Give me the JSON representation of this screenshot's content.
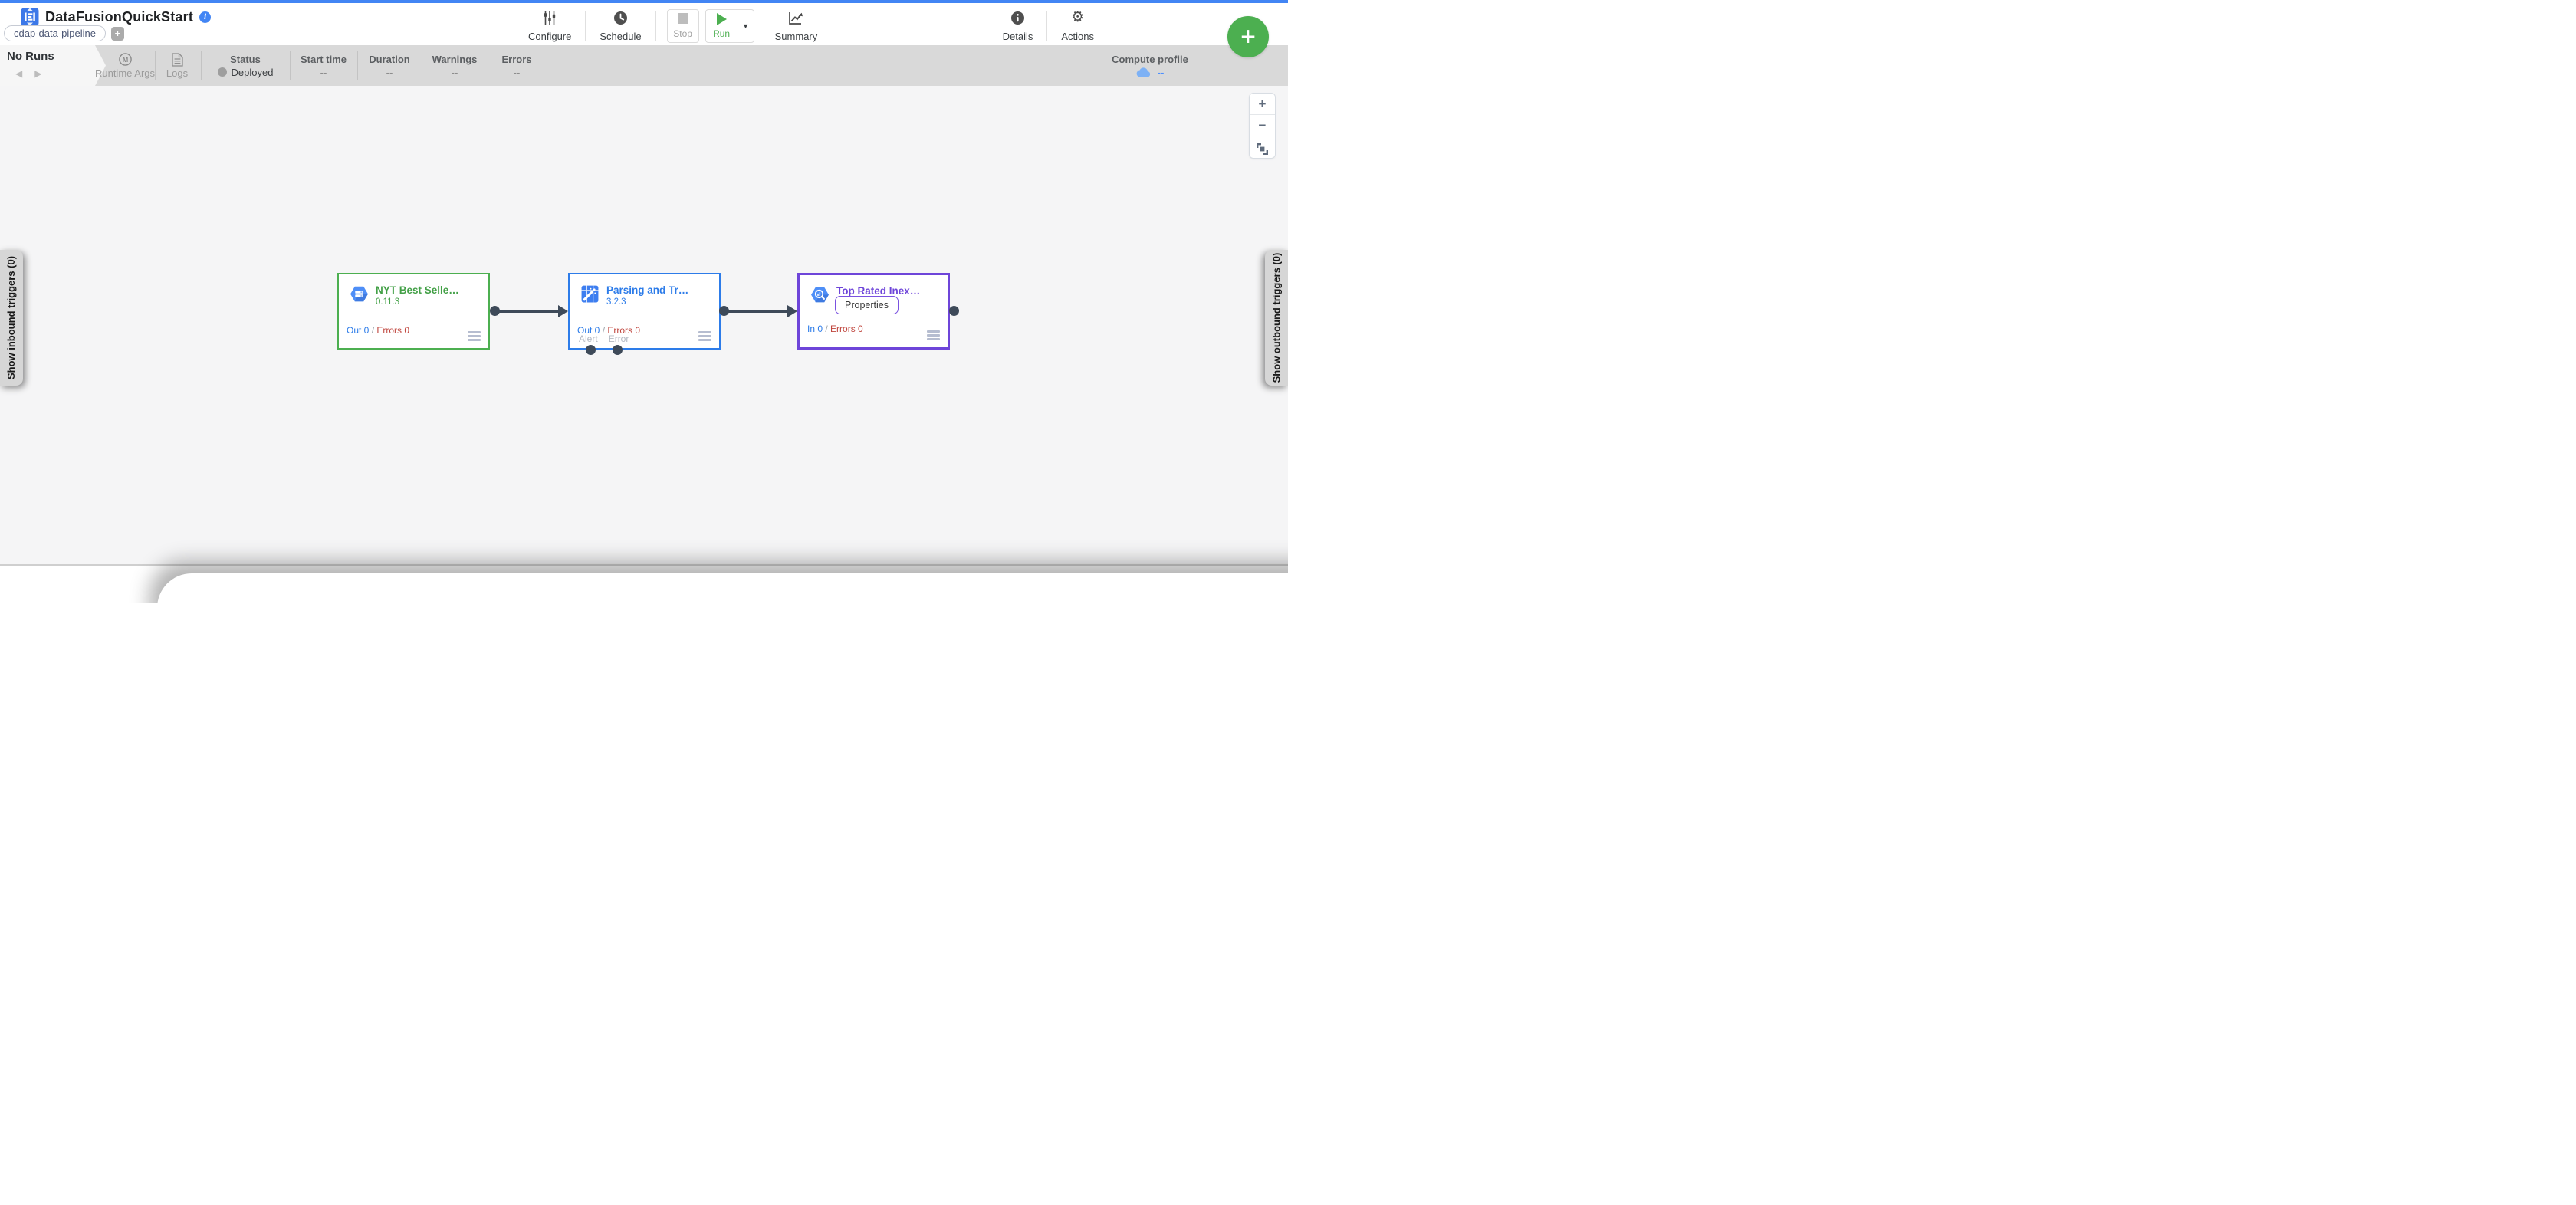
{
  "app": {
    "title": "DataFusionQuickStart",
    "tag": "cdap-data-pipeline",
    "add_tag_label": "+",
    "info_glyph": "i"
  },
  "toolbar": {
    "configure_label": "Configure",
    "schedule_label": "Schedule",
    "stop_label": "Stop",
    "run_label": "Run",
    "run_caret_glyph": "▼",
    "summary_label": "Summary",
    "details_label": "Details",
    "actions_label": "Actions",
    "gear_glyph": "⚙",
    "add_node_glyph": "+"
  },
  "status_bar": {
    "runs_label": "No Runs",
    "prev_glyph": "◀",
    "next_glyph": "▶",
    "runtime_args_label": "Runtime Args",
    "runtime_args_glyph": "M",
    "logs_label": "Logs",
    "status_label": "Status",
    "status_value": "Deployed",
    "columns": [
      {
        "label": "Start time",
        "value": "--"
      },
      {
        "label": "Duration",
        "value": "--"
      },
      {
        "label": "Warnings",
        "value": "--"
      },
      {
        "label": "Errors",
        "value": "--"
      }
    ],
    "compute_profile_label": "Compute profile",
    "compute_profile_value": "--"
  },
  "canvas": {
    "nodes": [
      {
        "title": "NYT Best Selle…",
        "version": "0.11.3",
        "metric_left": "Out 0",
        "metric_sep": "/",
        "metric_right": "Errors 0"
      },
      {
        "title": "Parsing and Tr…",
        "version": "3.2.3",
        "metric_left": "Out 0",
        "metric_sep": "/",
        "metric_right": "Errors 0",
        "ports": [
          "Alert",
          "Error"
        ]
      },
      {
        "title": "Top Rated Inex…",
        "properties_label": "Properties",
        "metric_left": "In 0",
        "metric_sep": "/",
        "metric_right": "Errors 0"
      }
    ],
    "inbound_label": "Show inbound triggers (0)",
    "outbound_label": "Show outbound triggers (0)",
    "zoom_in_glyph": "+",
    "zoom_out_glyph": "−"
  },
  "colors": {
    "accent_blue": "#4285f4",
    "run_green": "#4caf50",
    "node_green": "#4caf50",
    "node_blue": "#2d7ce9",
    "node_purple": "#6e45d9",
    "error_red": "#c0463e",
    "port_dark": "#3e4a59"
  }
}
